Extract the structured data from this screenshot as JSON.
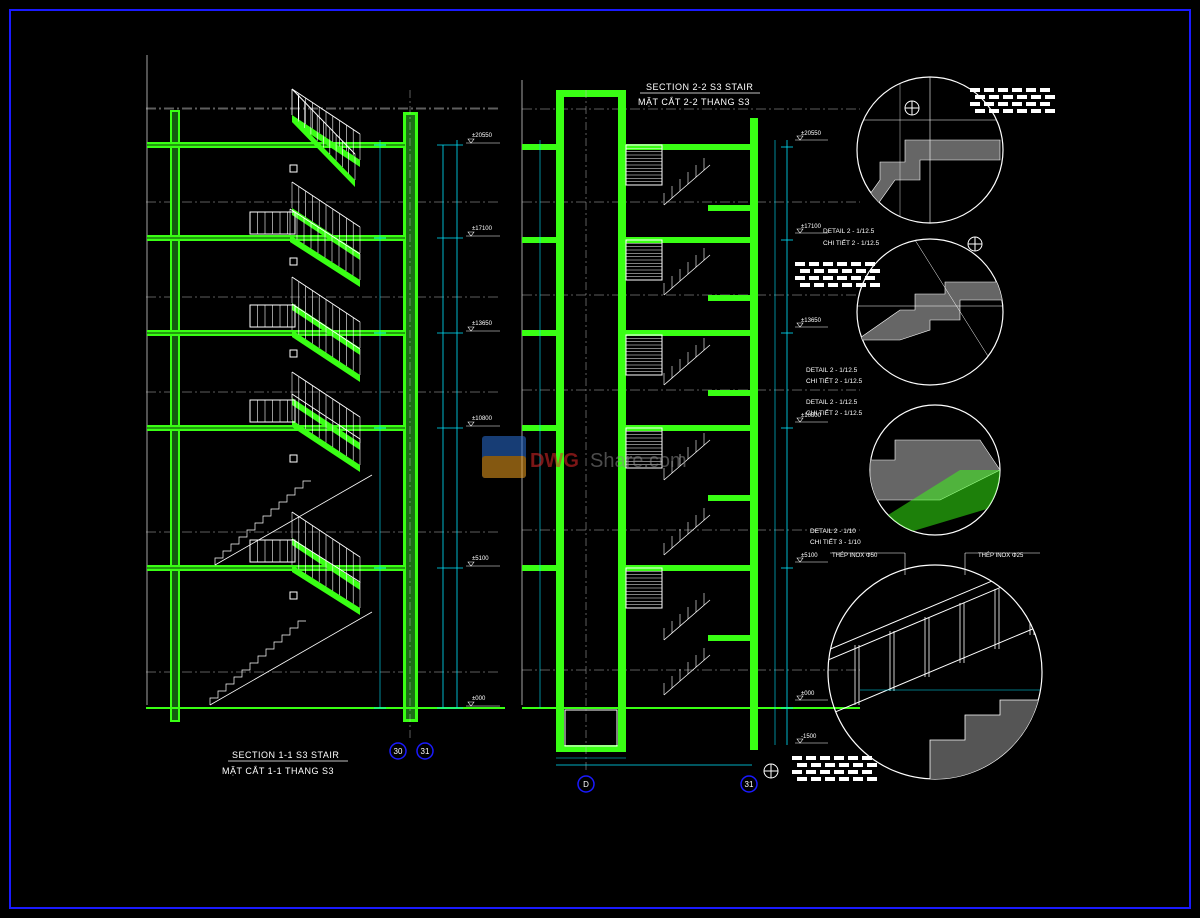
{
  "colors": {
    "background": "#000000",
    "border": "#1a1aff",
    "concrete": "#39ff14",
    "line": "#ffffff",
    "dimension": "#00e5ff",
    "axis_bubble": "#1a1aff"
  },
  "section_1": {
    "title": "SECTION 1-1 S3 STAIR",
    "subtitle": "MẶT CẮT 1-1 THANG S3",
    "axes": [
      "30",
      "31"
    ],
    "levels": [
      "±20550",
      "±17100",
      "±13650",
      "±10800",
      "±5100",
      "±000"
    ]
  },
  "section_2": {
    "title": "SECTION 2-2 S3 STAIR",
    "subtitle": "MẶT CẮT 2-2 THANG S3",
    "axes": [
      "D",
      "31"
    ],
    "levels": [
      "±20550",
      "±17100",
      "±13650",
      "±10800",
      "±5100",
      "±000",
      "-1500"
    ]
  },
  "details": [
    {
      "label": "DETAIL 2 - 1/12.5",
      "sublabel": "CHI TIẾT 2 - 1/12.5"
    },
    {
      "label": "DETAIL 2 - 1/12.5",
      "sublabel": "CHI TIẾT 2 - 1/12.5"
    },
    {
      "label": "DETAIL 2 - 1/12.5",
      "sublabel": "CHI TIẾT 2 - 1/12.5"
    },
    {
      "label": "DETAIL 2 - 1/10",
      "sublabel": "CHI TIẾT 3 - 1/10"
    }
  ],
  "handrail": {
    "label_left": "THÉP INOX Φ50",
    "label_right": "THÉP INOX Φ25"
  },
  "watermark": {
    "brand_a": "DWG",
    "brand_b": "Share.com"
  },
  "icons": [
    "north-symbol-icon",
    "dwgshare-logo-icon"
  ]
}
